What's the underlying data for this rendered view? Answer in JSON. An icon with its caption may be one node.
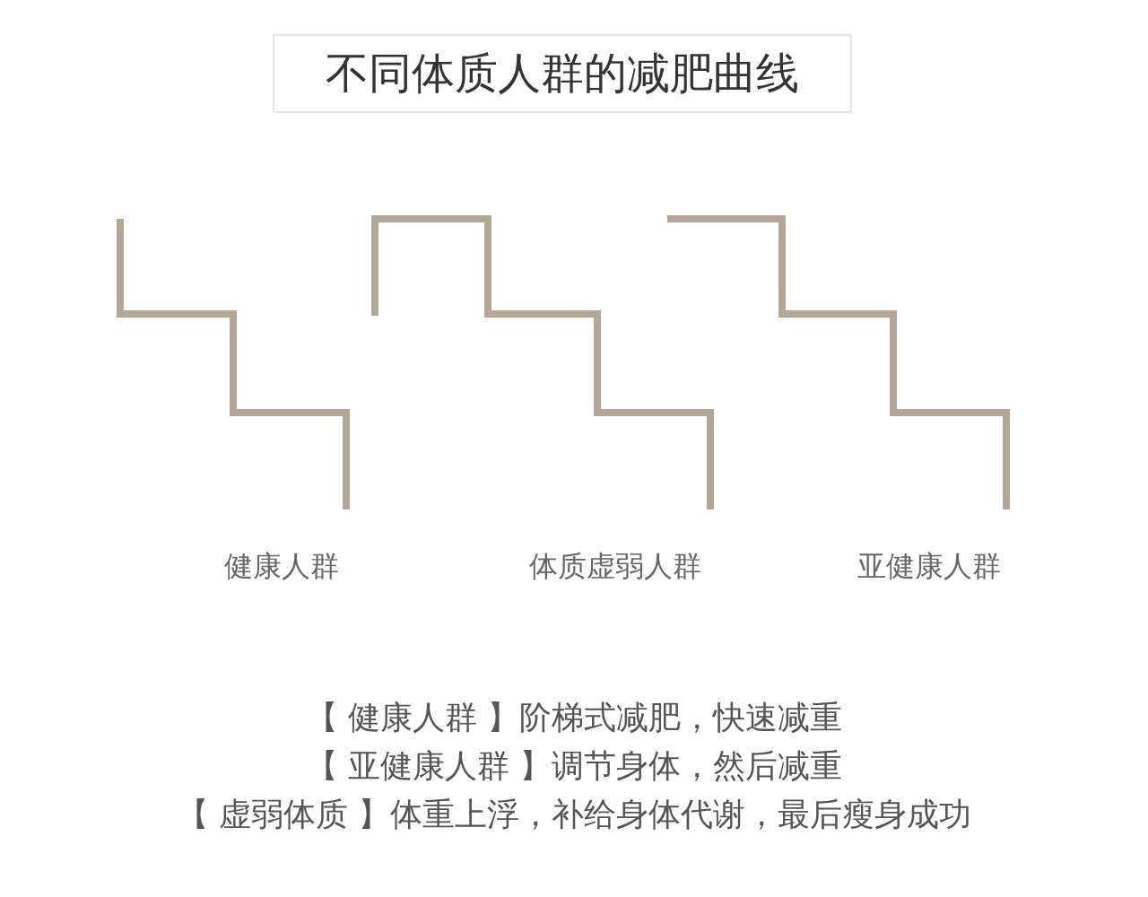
{
  "diagram": {
    "title": "不同体质人群的减肥曲线",
    "labels": [
      "健康人群",
      "体质虚弱人群",
      "亚健康人群",
      "【 健康人群 】阶梯式减肥，快速减重",
      "【 亚健康人群 】调节身体，然后减重",
      "【 虚弱体质 】体重上浮，补给身体代谢，最后瘦身成功"
    ]
  }
}
